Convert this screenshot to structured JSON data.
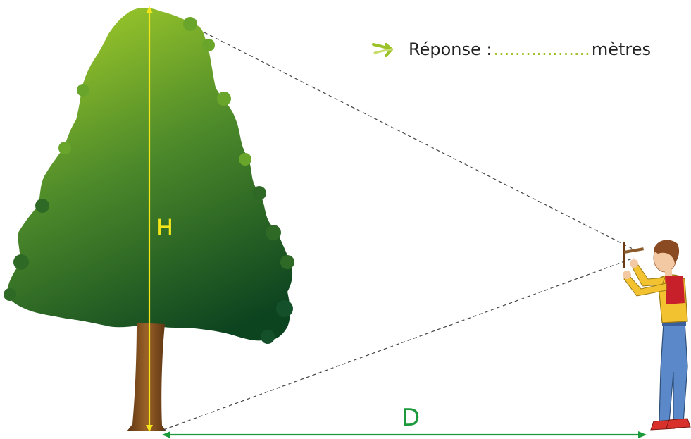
{
  "labels": {
    "height": "H",
    "distance": "D"
  },
  "answer": {
    "prefix": "Réponse :",
    "dots": "..................",
    "unit": "mètres"
  },
  "colors": {
    "height_arrow": "#f5e61a",
    "distance_arrow": "#1b9a3c",
    "answer_arrow": "#9cc22a",
    "foliage_top": "#8fbf24",
    "foliage_bottom": "#0f4a22",
    "trunk": "#7a4a1e"
  },
  "icons": {
    "answer_pointer": "arrow-right-icon"
  }
}
